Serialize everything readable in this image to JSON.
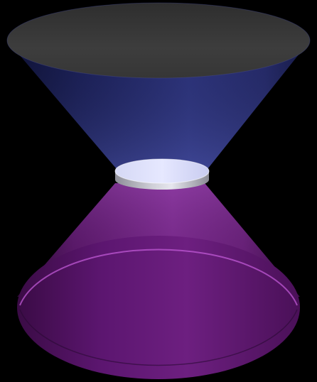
{
  "figure": {
    "kind": "3d-illustration",
    "description_visible_text": "",
    "shapes": [
      {
        "name": "upper-cone",
        "orientation": "inverted",
        "top_face_color": "#3a3a3a",
        "body_color": "#2a2f7a"
      },
      {
        "name": "central-disk",
        "top_color": "#dfe2ff",
        "side_color": "#b9b9c4"
      },
      {
        "name": "lower-cone",
        "orientation": "upright",
        "base_color": "#6f1f7f",
        "body_color": "#7a2a8f"
      }
    ],
    "background": "#000000"
  }
}
